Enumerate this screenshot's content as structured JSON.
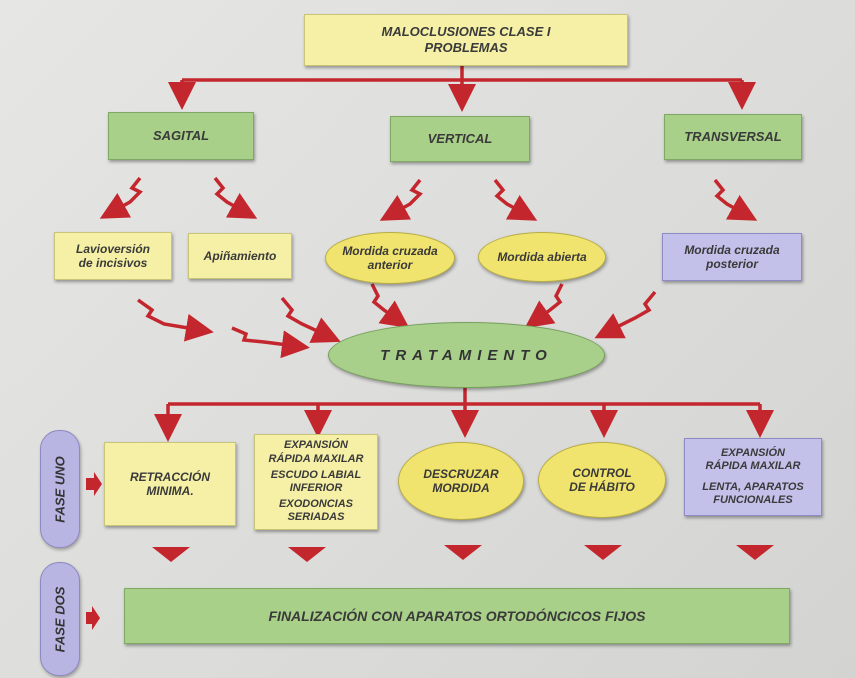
{
  "title": {
    "line1": "MALOCLUSIONES CLASE I",
    "line2": "PROBLEMAS"
  },
  "categories": {
    "sagital": "SAGITAL",
    "vertical": "VERTICAL",
    "transversal": "TRANSVERSAL"
  },
  "problems": {
    "laviversion_l1": "Lavioversión",
    "laviversion_l2": "de incisivos",
    "apinamiento": "Apiñamiento",
    "mordida_cruzada_anterior_l1": "Mordida cruzada",
    "mordida_cruzada_anterior_l2": "anterior",
    "mordida_abierta": "Mordida abierta",
    "mordida_cruzada_posterior_l1": "Mordida cruzada",
    "mordida_cruzada_posterior_l2": "posterior"
  },
  "treatment": "TRATAMIENTO",
  "phase_one_label": "FASE UNO",
  "phase_two_label": "FASE DOS",
  "phase_one": {
    "retraccion_l1": "RETRACCIÓN",
    "retraccion_l2": "MINIMA.",
    "expansion1_l1": "EXPANSIÓN",
    "expansion1_l2": "RÁPIDA MAXILAR",
    "escudo_l1": "ESCUDO LABIAL",
    "escudo_l2": "INFERIOR",
    "exodoncias_l1": "EXODONCIAS",
    "exodoncias_l2": "SERIADAS",
    "descruzar_l1": "DESCRUZAR",
    "descruzar_l2": "MORDIDA",
    "control_l1": "CONTROL",
    "control_l2": "DE HÁBITO",
    "expansion2_l1": "EXPANSIÓN",
    "expansion2_l2": "RÁPIDA MAXILAR",
    "lenta_l1": "LENTA, APARATOS",
    "lenta_l2": "FUNCIONALES"
  },
  "phase_two": {
    "finalizacion": "FINALIZACIÓN CON APARATOS ORTODÓNCICOS FIJOS"
  },
  "colors": {
    "arrow": "#c4262e",
    "yellow_box": "#f5f0a6",
    "green_box": "#a9d089",
    "purple_box": "#c3c0ea",
    "oval_yellow": "#f1e46e"
  }
}
